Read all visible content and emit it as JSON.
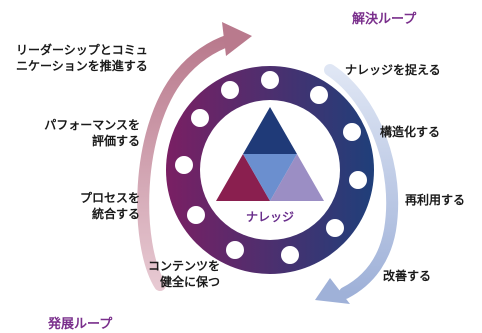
{
  "loops": {
    "solve": "解決ループ",
    "develop": "発展ループ"
  },
  "center": {
    "label": "ナレッジ"
  },
  "steps": {
    "capture": "ナレッジを捉える",
    "structure": "構造化する",
    "reuse": "再利用する",
    "improve": "改善する",
    "maintain_1": "コンテンツを",
    "maintain_2": "健全に保つ",
    "integrate_1": "プロセスを",
    "integrate_2": "統合する",
    "evaluate_1": "パフォーマンスを",
    "evaluate_2": "評価する",
    "promote_1": "リーダーシップとコミュ",
    "promote_2": "ニケーションを推進する"
  },
  "colors": {
    "ring_left": "#7a1f63",
    "ring_right": "#1f3f7a",
    "triangle_top": "#1f3a78",
    "triangle_left": "#8a1f4f",
    "triangle_mid": "#6b8fcf",
    "triangle_right": "#9b8ec4",
    "center_label": "#6a2f8c",
    "arrow_develop": "#c48f9f",
    "arrow_solve": "#a9b9dc"
  }
}
